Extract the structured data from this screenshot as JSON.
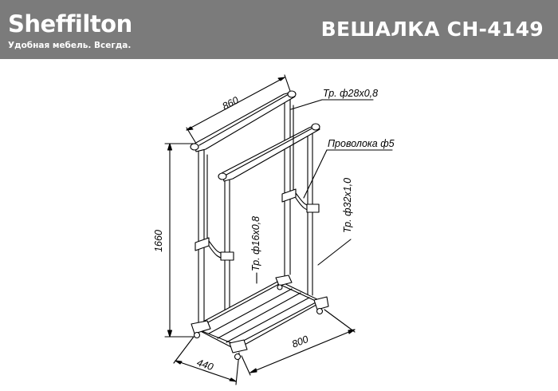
{
  "header": {
    "brand": "Sheffilton",
    "tagline": "Удобная мебель. Всегда.",
    "title": "ВЕШАЛКА CH-4149"
  },
  "diagram": {
    "dim_width": "860",
    "dim_height": "1660",
    "dim_length": "800",
    "dim_depth": "440",
    "label_top_tube": "Тр. ф28х0,8",
    "label_wire": "Проволока ф5",
    "label_upright": "Тр. ф32х1,0",
    "label_inner_tube": "Тр. ф16х0,8"
  },
  "colors": {
    "header_bg": "#7b7b7b",
    "header_text": "#ffffff",
    "line": "#000000"
  }
}
